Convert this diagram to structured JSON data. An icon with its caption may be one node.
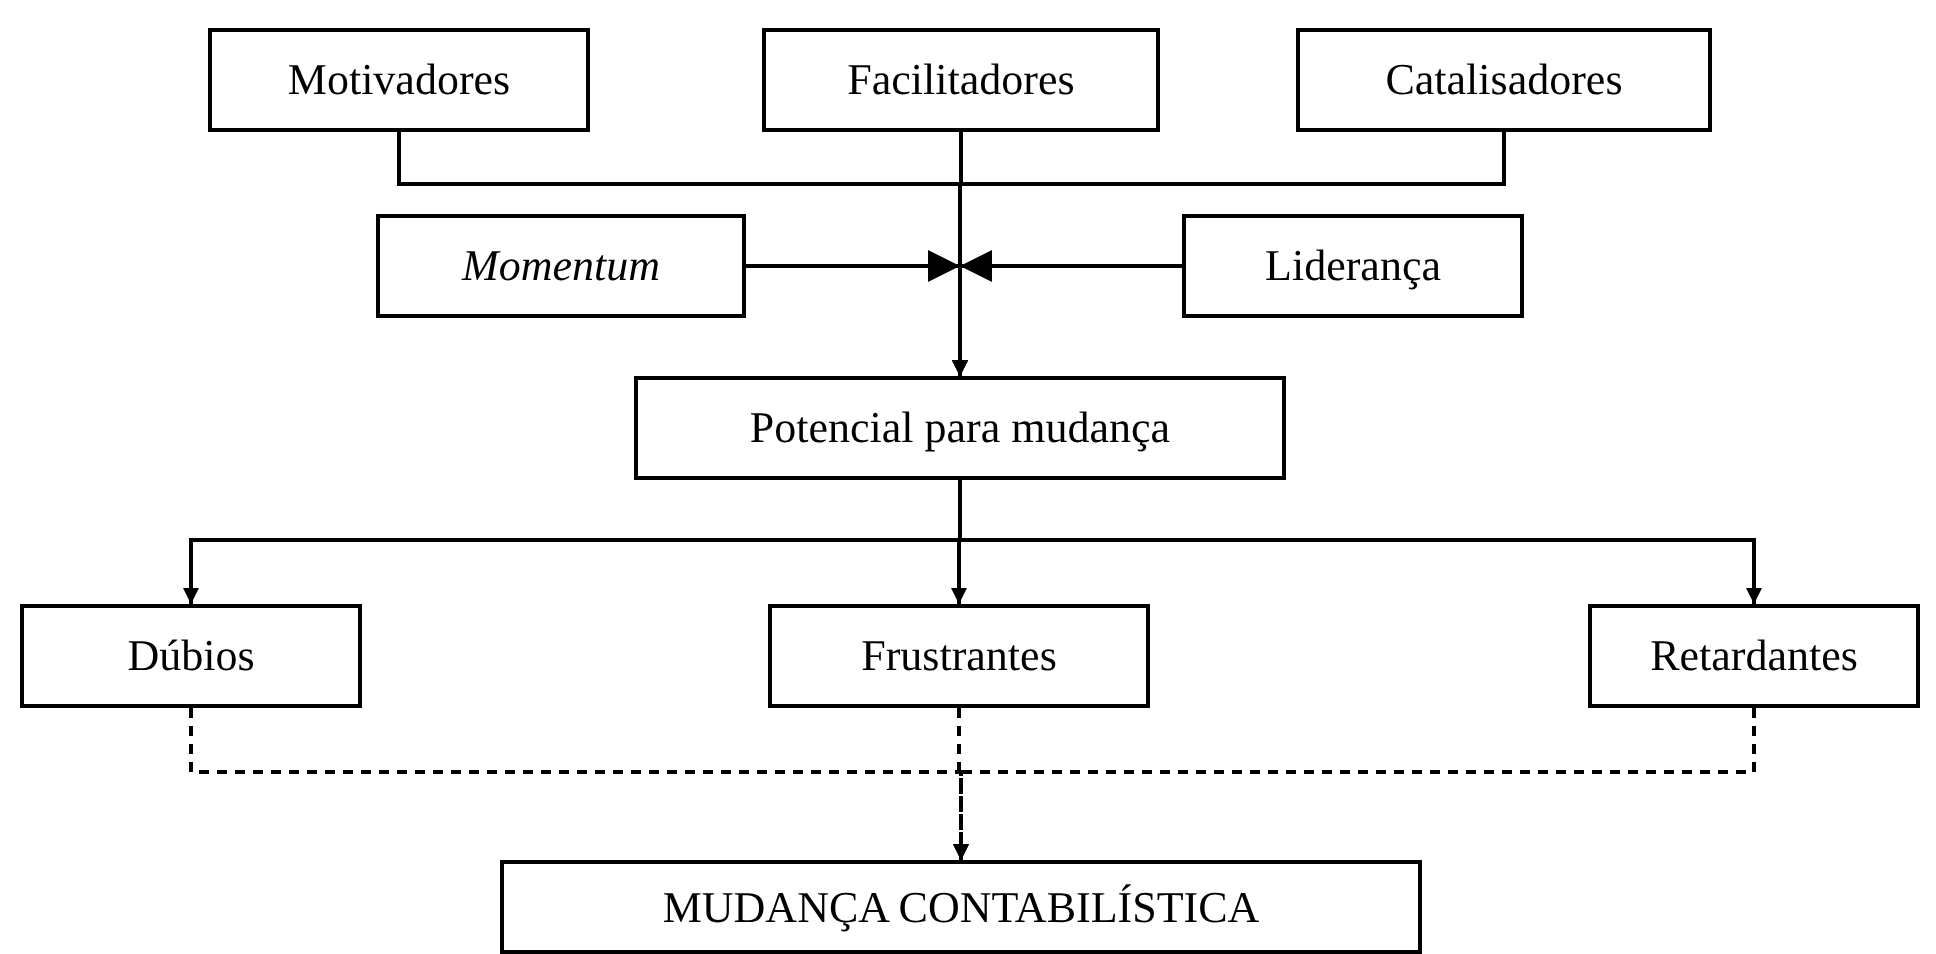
{
  "diagram": {
    "nodes": [
      {
        "text": [
          "Motivadores"
        ]
      },
      {
        "text": [
          "Facilitadores"
        ]
      },
      {
        "text": [
          "Catalisadores"
        ]
      },
      {
        "text": [
          "Momentum"
        ]
      },
      {
        "text": [
          "Liderança"
        ]
      },
      {
        "text": [
          "Potencial para mudança"
        ]
      },
      {
        "text": [
          "Dúbios"
        ]
      },
      {
        "text": [
          "Frustrantes"
        ]
      },
      {
        "text": [
          "Retardantes"
        ]
      },
      {
        "text": [
          "MUDANÇA CONTABILÍSTICA"
        ]
      }
    ],
    "edges": [
      {
        "from": 0,
        "to": 5,
        "arrow": "to"
      },
      {
        "from": 1,
        "to": 5,
        "arrow": "to"
      },
      {
        "from": 2,
        "to": 5,
        "arrow": "to"
      },
      {
        "from": 3,
        "to": 5,
        "arrow": "to"
      },
      {
        "from": 4,
        "to": 5,
        "arrow": "to"
      },
      {
        "from": 5,
        "to": 6,
        "arrow": "to"
      },
      {
        "from": 5,
        "to": 7,
        "arrow": "to"
      },
      {
        "from": 5,
        "to": 8,
        "arrow": "to"
      },
      {
        "from": 6,
        "to": 9,
        "arrow": "to",
        "style": "dashed"
      },
      {
        "from": 7,
        "to": 9,
        "arrow": "to",
        "style": "dashed"
      },
      {
        "from": 8,
        "to": 9,
        "arrow": "to",
        "style": "dashed"
      }
    ]
  }
}
